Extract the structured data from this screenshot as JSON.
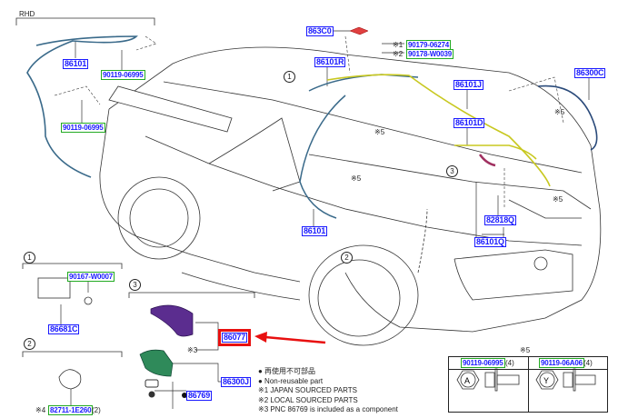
{
  "sections": {
    "rhd": {
      "title": "RHD",
      "parts": [
        "86101",
        "90119-06995",
        "90119-06995"
      ]
    },
    "main": {
      "parts": [
        "863C0",
        "90179-06274",
        "90178-W0039",
        "86101R",
        "86101J",
        "86300C",
        "86101D",
        "86101",
        "82818Q",
        "86101Q"
      ],
      "notes": {
        "n1": "※1",
        "n2": "※2",
        "n5": "※5"
      },
      "callouts": [
        "1",
        "2",
        "3"
      ]
    },
    "group1": {
      "callout": "1",
      "parts": [
        "90167-W0007",
        "86681C"
      ]
    },
    "group2": {
      "callout": "2",
      "prefix": "※4",
      "part": "82711-1E260",
      "qty": "(2)"
    },
    "group3": {
      "callout": "3",
      "highlighted_part": "86077",
      "note": "※3",
      "parts": [
        "86300J",
        "86769"
      ]
    }
  },
  "legend": {
    "line1": "● 再使用不可部品",
    "line2": "● Non-reusable part",
    "line3": "※1 JAPAN SOURCED PARTS",
    "line4": "※2 LOCAL SOURCED PARTS",
    "line5": "※3 PNC 86769 is included as a component"
  },
  "bolt_table": {
    "title": "※5",
    "cols": [
      {
        "part": "90119-06995",
        "qty": "(4)",
        "mark": "A"
      },
      {
        "part": "90119-06A06",
        "qty": "(4)",
        "mark": "Y"
      }
    ]
  },
  "colors": {
    "part_label": "#1a1aff",
    "sourced_part_border": "#22aa22",
    "highlight": "#e81010",
    "antenna_cover": "#5b2d8f",
    "antenna_base": "#2f8a5a",
    "harness_rear": "#c8c820",
    "harness_front": "#3a6a8a"
  }
}
